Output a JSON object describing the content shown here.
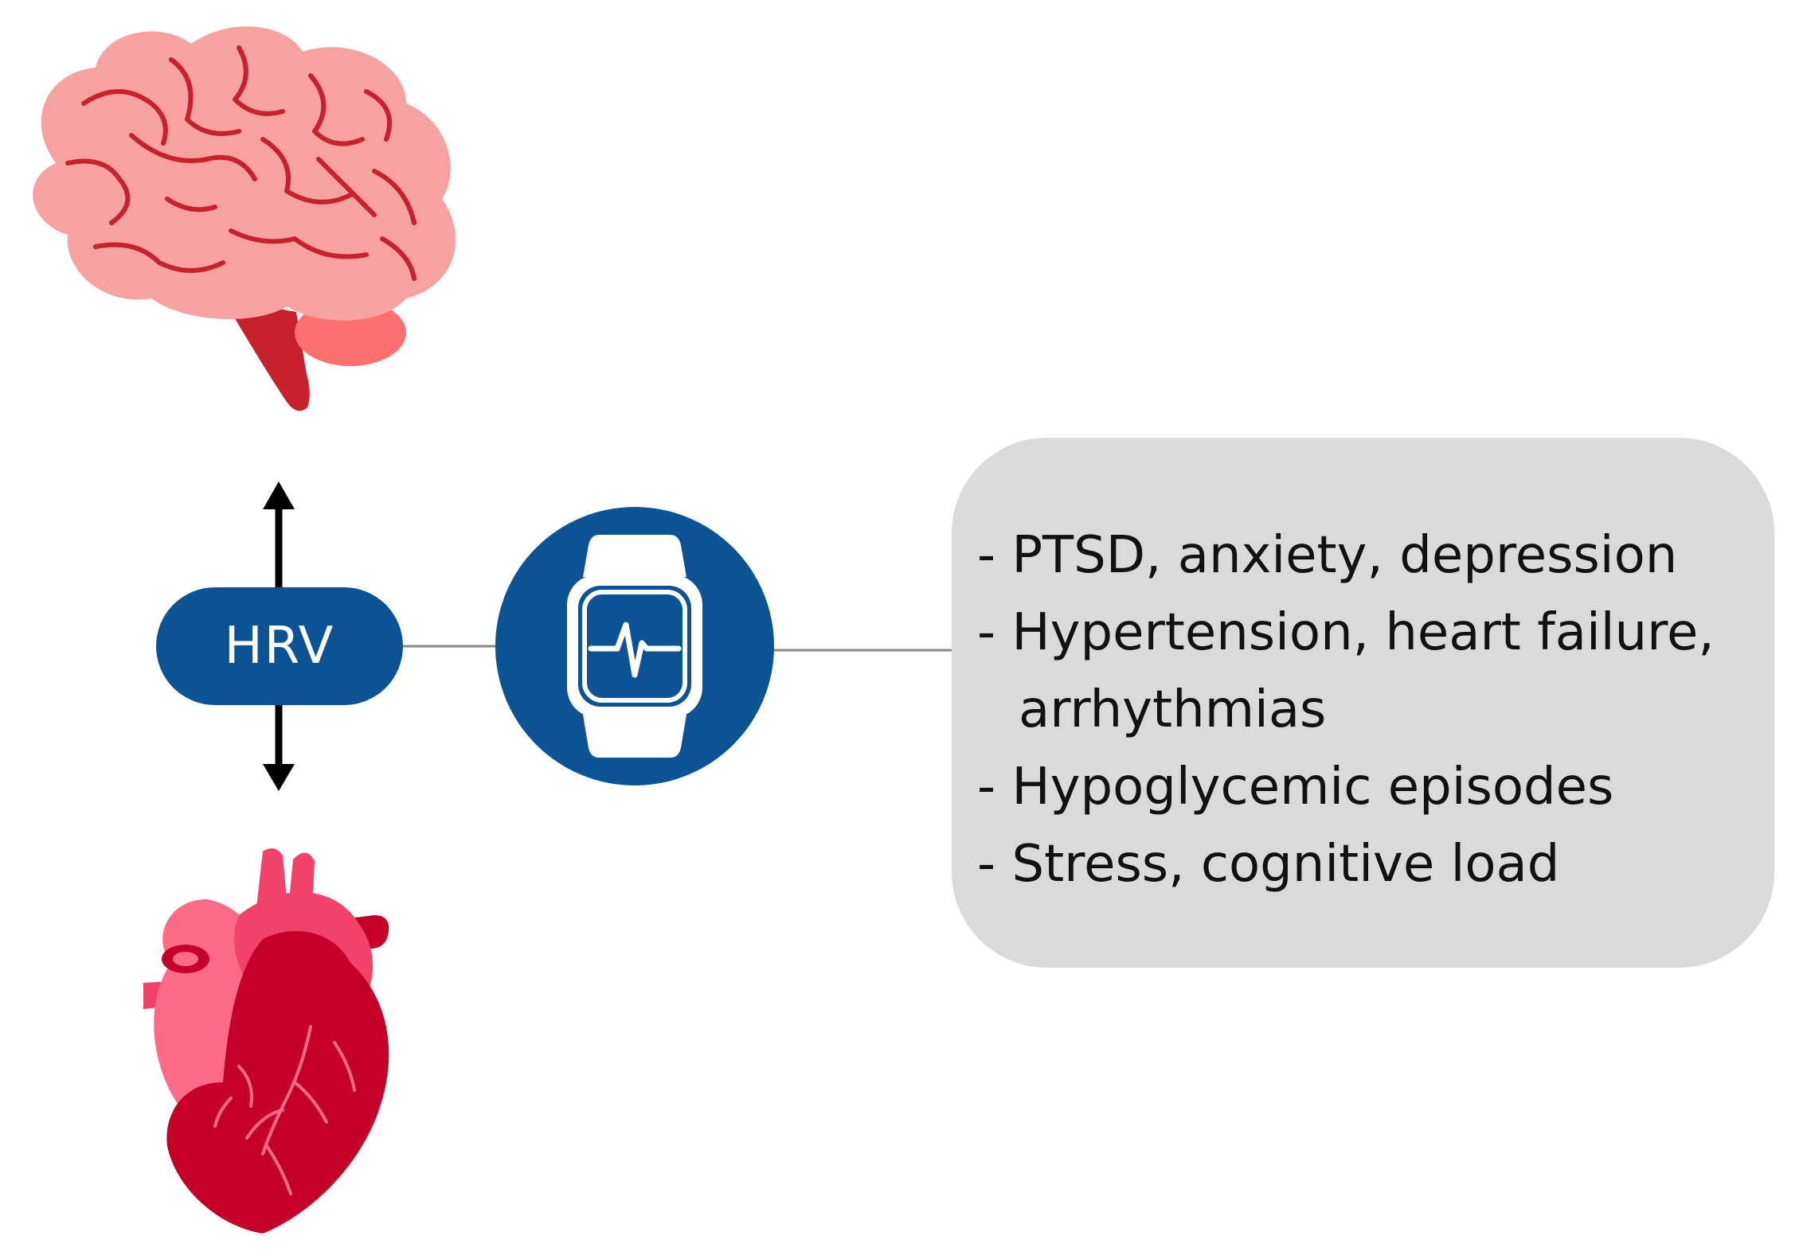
{
  "hrv": {
    "label": "HRV"
  },
  "icons": [
    "brain-icon",
    "heart-icon",
    "smartwatch-ecg-icon",
    "bidirectional-arrow-icon"
  ],
  "conditions": [
    {
      "lines": [
        "- PTSD, anxiety, depression"
      ]
    },
    {
      "lines": [
        "- Hypertension, heart failure,",
        "arrhythmias"
      ]
    },
    {
      "lines": [
        "- Hypoglycemic episodes"
      ]
    },
    {
      "lines": [
        "- Stress, cognitive load"
      ]
    }
  ],
  "colors": {
    "brain": "#f7a1a1",
    "brain_folds": "#c8202c",
    "cerebellum": "#ff7070",
    "brainstem": "#c8202c",
    "heart_main": "#c40028",
    "heart_light": "#f2426a",
    "heart_pale": "#ff6b86",
    "hrv_pill": "#0b5394",
    "watch_circle": "#0b5394",
    "conditions_box": "#dadada"
  }
}
